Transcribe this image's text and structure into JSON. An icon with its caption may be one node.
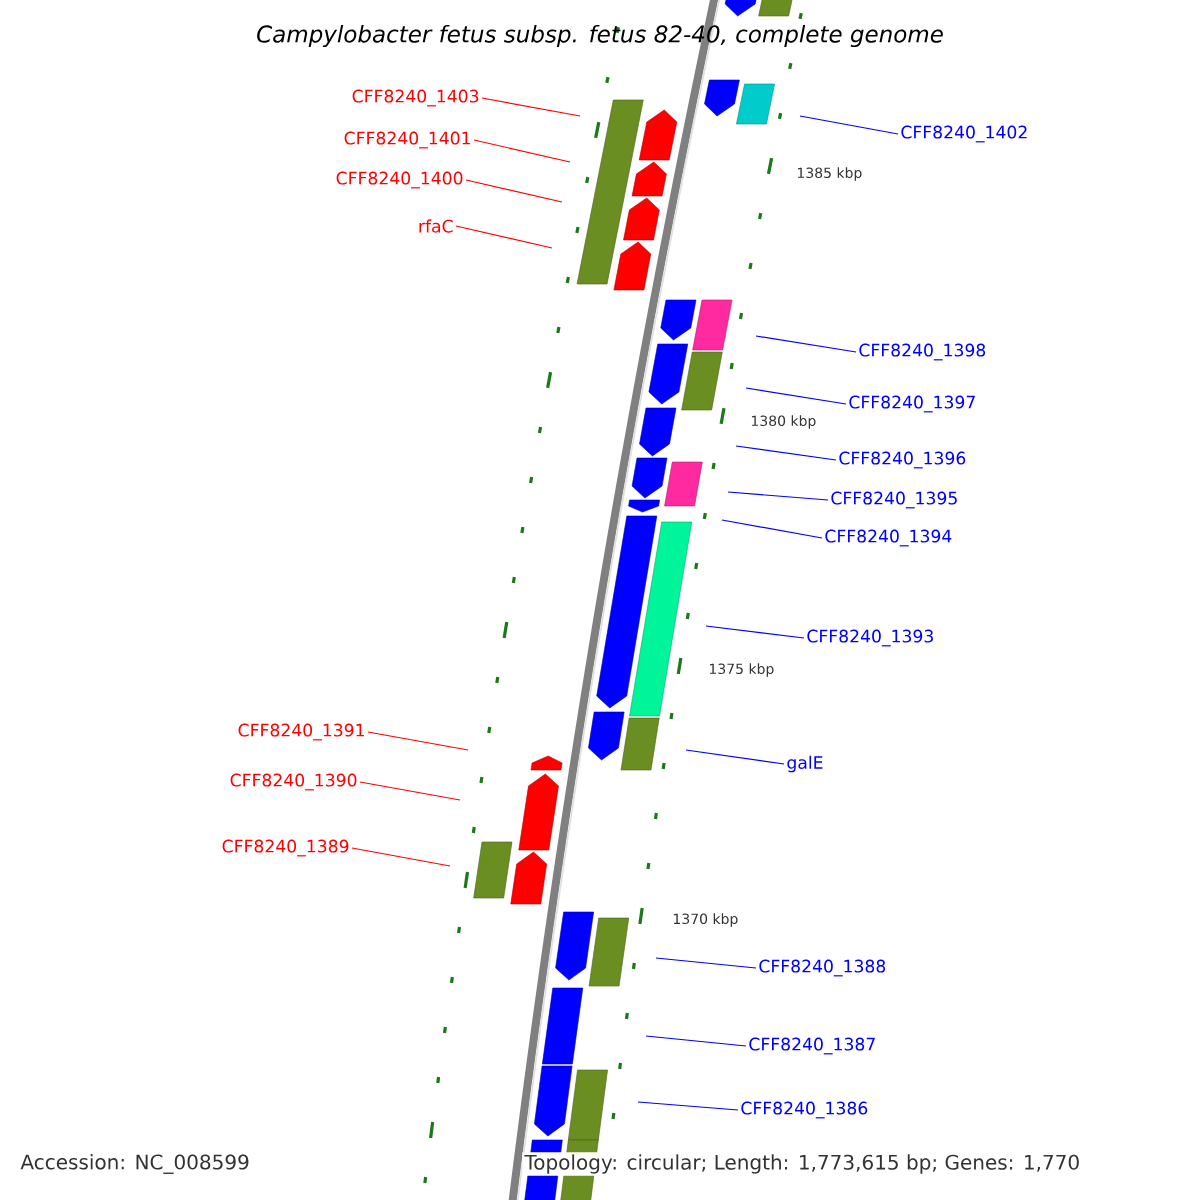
{
  "diagram": {
    "title": "Campylobacter fetus subsp. fetus 82-40, complete genome",
    "nodes": [
      {
        "text": [
          "CFF8240_1403"
        ]
      },
      {
        "text": [
          "CFF8240_1402"
        ]
      },
      {
        "text": [
          "CFF8240_1401"
        ]
      },
      {
        "text": [
          "CFF8240_1400"
        ]
      },
      {
        "text": [
          "rfaC"
        ]
      },
      {
        "text": [
          "CFF8240_1398"
        ]
      },
      {
        "text": [
          "CFF8240_1397"
        ]
      },
      {
        "text": [
          "CFF8240_1396"
        ]
      },
      {
        "text": [
          "CFF8240_1395"
        ]
      },
      {
        "text": [
          "CFF8240_1394"
        ]
      },
      {
        "text": [
          "CFF8240_1393"
        ]
      },
      {
        "text": [
          "CFF8240_1391"
        ]
      },
      {
        "text": [
          "galE"
        ]
      },
      {
        "text": [
          "CFF8240_1390"
        ]
      },
      {
        "text": [
          "CFF8240_1389"
        ]
      },
      {
        "text": [
          "CFF8240_1388"
        ]
      },
      {
        "text": [
          "CFF8240_1387"
        ]
      },
      {
        "text": [
          "CFF8240_1386"
        ]
      }
    ],
    "edges": [
      {
        "from": 0,
        "to": null,
        "arrow": "none",
        "color": "#ff0000"
      },
      {
        "from": 1,
        "to": null,
        "arrow": "none"
      },
      {
        "from": 2,
        "to": null,
        "arrow": "none",
        "color": "#ff0000"
      },
      {
        "from": 3,
        "to": null,
        "arrow": "none",
        "color": "#ff0000"
      },
      {
        "from": 4,
        "to": null,
        "arrow": "none",
        "color": "#ff0000"
      },
      {
        "from": 5,
        "to": null,
        "arrow": "none"
      },
      {
        "from": 6,
        "to": null,
        "arrow": "none"
      },
      {
        "from": 7,
        "to": null,
        "arrow": "none"
      },
      {
        "from": 8,
        "to": null,
        "arrow": "none"
      },
      {
        "from": 9,
        "to": null,
        "arrow": "none"
      },
      {
        "from": 10,
        "to": null,
        "arrow": "none"
      },
      {
        "from": 11,
        "to": null,
        "arrow": "none",
        "color": "#ff0000"
      },
      {
        "from": 12,
        "to": null,
        "arrow": "none"
      },
      {
        "from": 13,
        "to": null,
        "arrow": "none",
        "color": "#ff0000"
      },
      {
        "from": 14,
        "to": null,
        "arrow": "none",
        "color": "#ff0000"
      },
      {
        "from": 15,
        "to": null,
        "arrow": "none"
      },
      {
        "from": 16,
        "to": null,
        "arrow": "none"
      },
      {
        "from": 17,
        "to": null,
        "arrow": "none"
      }
    ],
    "labels": [
      "1385 kbp",
      "1380 kbp",
      "1375 kbp",
      "1370 kbp",
      "Accession: NC_008599",
      "Topology: circular; Length: 1,773,615 bp; Genes: 1,770"
    ]
  }
}
